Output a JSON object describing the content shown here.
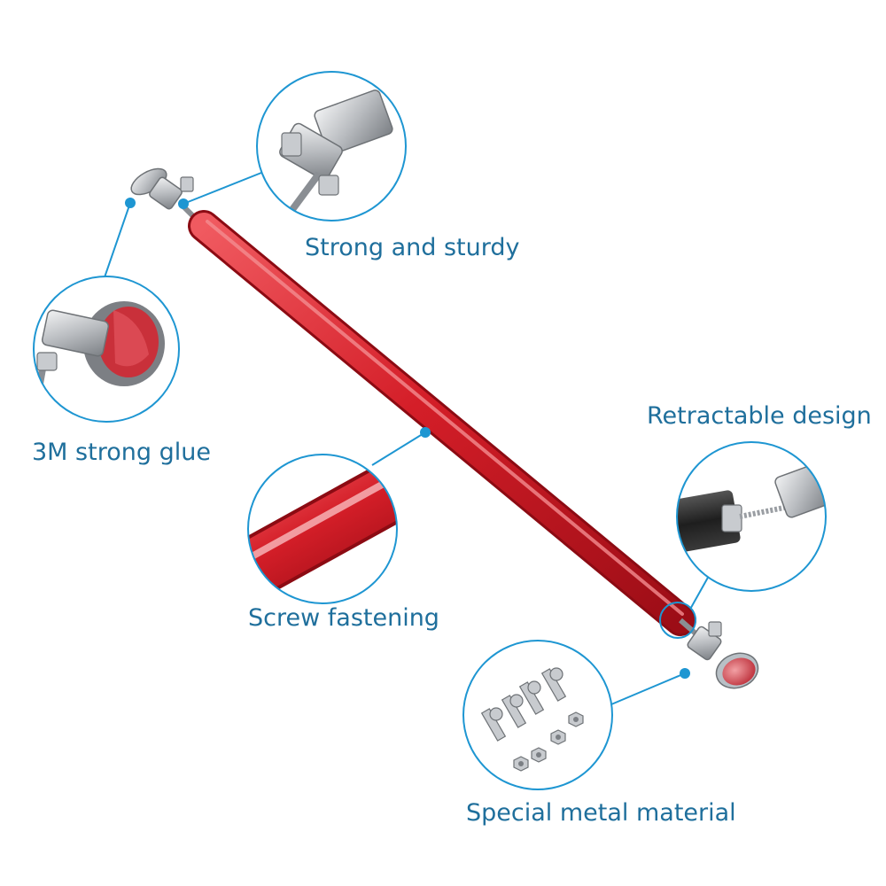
{
  "callouts": {
    "strong_sturdy": "Strong and sturdy",
    "glue": "3M strong glue",
    "retractable": "Retractable design",
    "screw_fastening": "Screw fastening",
    "metal_material": "Special metal material"
  },
  "colors": {
    "accent": "#1e96d2",
    "label_text": "#1f6f9c",
    "rod_red": "#d0202a",
    "metal": "#b9bcc0",
    "background": "#ffffff"
  },
  "icons": [
    "mounting-bracket",
    "glue-pad",
    "carbon-fiber-end",
    "red-rod-closeup",
    "screws-and-nuts"
  ]
}
